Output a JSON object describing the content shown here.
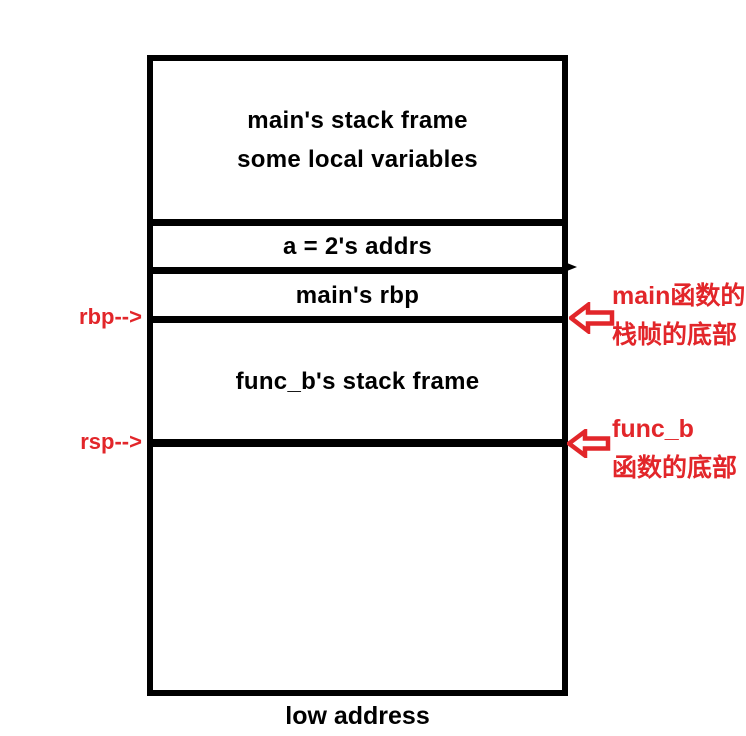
{
  "colors": {
    "accent_red": "#e2262a",
    "line_black": "#000000",
    "background": "#ffffff"
  },
  "stack_box": {
    "rows": [
      {
        "name": "main-stack-frame",
        "lines": [
          "main's stack frame",
          "some local variables"
        ]
      },
      {
        "name": "a-addr-cell",
        "lines": [
          "a = 2's addrs"
        ]
      },
      {
        "name": "main-rbp-cell",
        "lines": [
          "main's rbp"
        ]
      },
      {
        "name": "func-b-frame",
        "lines": [
          "func_b's stack frame"
        ]
      },
      {
        "name": "empty-region",
        "lines": []
      }
    ]
  },
  "pointers": {
    "rbp_label": "rbp-->",
    "rsp_label": "rsp-->"
  },
  "annotations": {
    "main_bottom": {
      "line1": "main函数的",
      "line2": "栈帧的底部"
    },
    "func_b_bottom": {
      "line1": "func_b",
      "line2": "函数的底部"
    }
  },
  "footer": {
    "label": "low address"
  }
}
